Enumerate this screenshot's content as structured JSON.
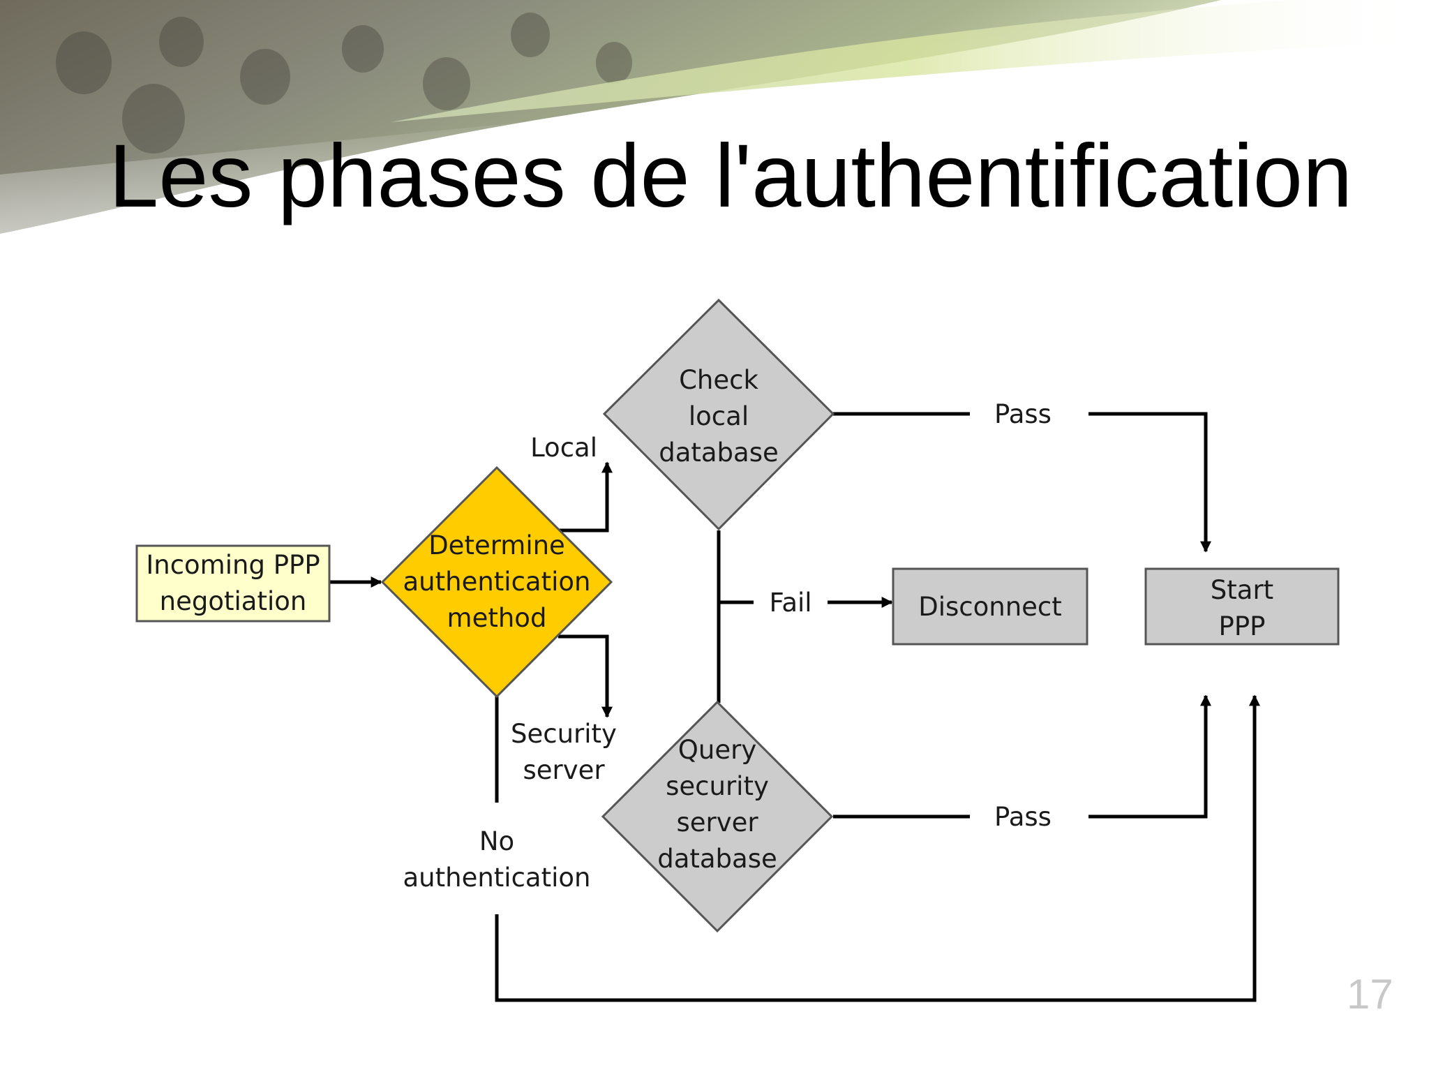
{
  "slide": {
    "title": "Les phases de l'authentification",
    "page_number": "17"
  },
  "colors": {
    "start_box": "#ffffcc",
    "decision_main": "#ffcc00",
    "gray_shape": "#cccccc",
    "stroke": "#555555",
    "arrow": "#000000"
  },
  "flowchart": {
    "nodes": {
      "incoming": {
        "lines": [
          "Incoming PPP",
          "negotiation"
        ]
      },
      "determine": {
        "lines": [
          "Determine",
          "authentication",
          "method"
        ]
      },
      "check_local": {
        "lines": [
          "Check",
          "local",
          "database"
        ]
      },
      "query_server": {
        "lines": [
          "Query",
          "security",
          "server",
          "database"
        ]
      },
      "disconnect": {
        "lines": [
          "Disconnect"
        ]
      },
      "start_ppp": {
        "lines": [
          "Start",
          "PPP"
        ]
      }
    },
    "labels": {
      "local": "Local",
      "security_server": [
        "Security",
        "server"
      ],
      "no_auth": [
        "No",
        "authentication"
      ],
      "fail": "Fail",
      "pass_top": "Pass",
      "pass_bottom": "Pass"
    }
  }
}
